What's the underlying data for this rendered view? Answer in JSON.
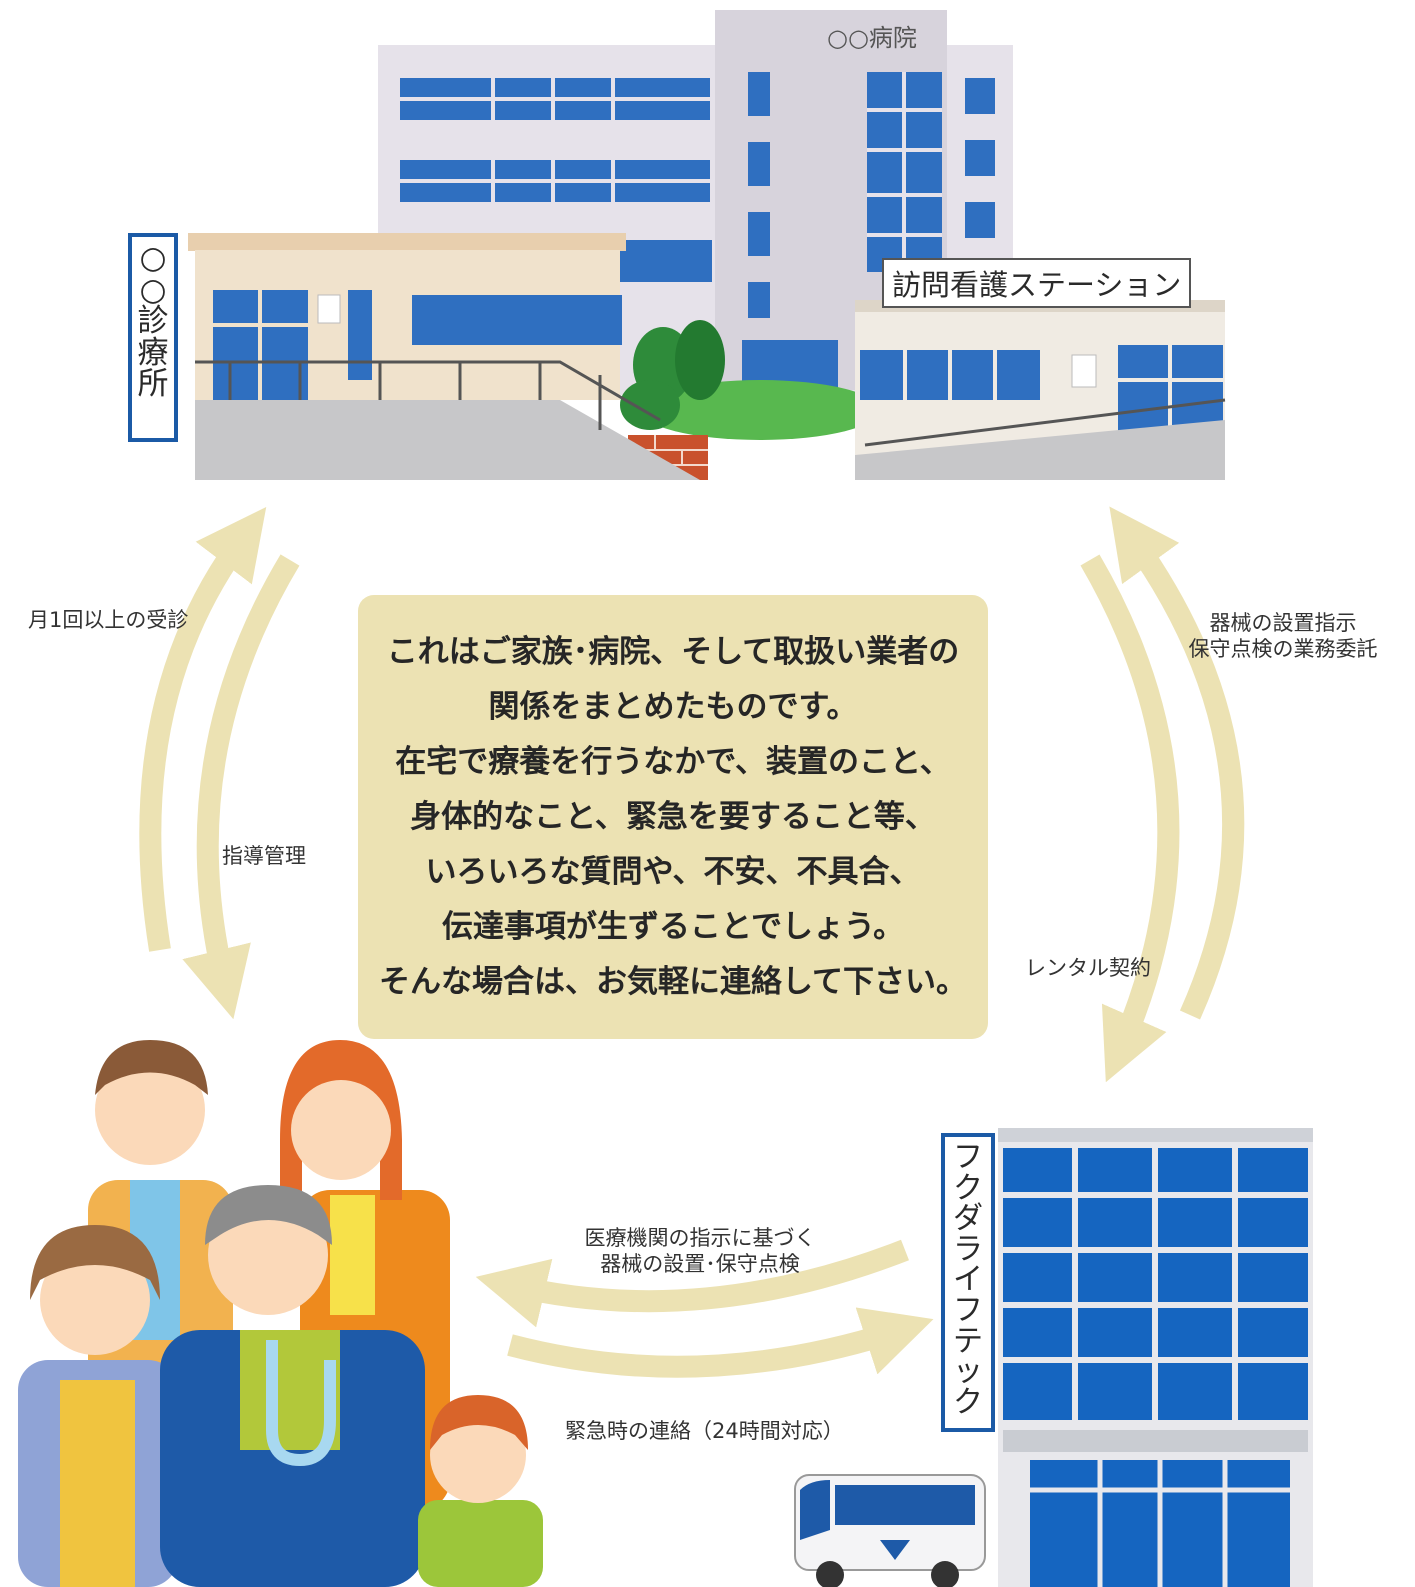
{
  "hospital": {
    "name": "○○病院"
  },
  "clinic": {
    "sign": [
      "○",
      "○",
      "診",
      "療",
      "所"
    ]
  },
  "nursing_station": {
    "sign": "訪問看護ステーション"
  },
  "company": {
    "sign": [
      "フ",
      "ク",
      "ダ",
      "ラ",
      "イ",
      "フ",
      "テ",
      "ッ",
      "ク"
    ]
  },
  "labels": {
    "monthly_visit": "月1回以上の受診",
    "guidance": "指導管理",
    "device_instruction_line1": "器械の設置指示",
    "device_instruction_line2": "保守点検の業務委託",
    "rental": "レンタル契約",
    "install_line1": "医療機関の指示に基づく",
    "install_line2": "器械の設置･保守点検",
    "emergency": "緊急時の連絡（24時間対応）"
  },
  "message": {
    "lines": [
      "これはご家族･病院、そして取扱い業者の",
      "関係をまとめたものです。",
      "在宅で療養を行うなかで、装置のこと、",
      "身体的なこと、緊急を要すること等、",
      "いろいろな質問や、不安、不具合、",
      "伝達事項が生ずることでしょう。",
      "そんな場合は、お気軽に連絡して下さい。"
    ]
  },
  "colors": {
    "arrow": "#ece2b3",
    "window_blue": "#2f6fc0",
    "sign_border": "#1b5aa6",
    "building_wall": "#e6e2ea",
    "clinic_wall": "#f0e2cc",
    "tree_green": "#2e8b3a"
  }
}
